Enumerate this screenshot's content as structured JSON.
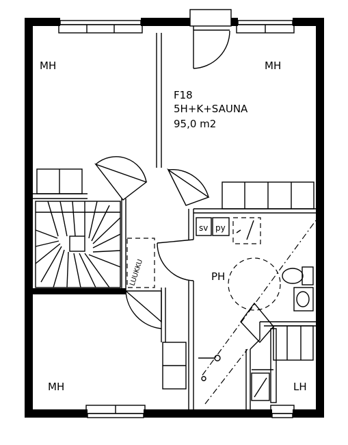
{
  "plan": {
    "info": {
      "code": "F18",
      "rooms": "5H+K+SAUNA",
      "area": "95,0 m2"
    },
    "rooms": {
      "mh_top_left": "MH",
      "mh_top_right": "MH",
      "mh_bottom_left": "MH",
      "ph": "PH",
      "lh": "LH"
    },
    "fixtures": {
      "sv": "sv",
      "py": "py",
      "hatch": "LUUKKU"
    }
  }
}
